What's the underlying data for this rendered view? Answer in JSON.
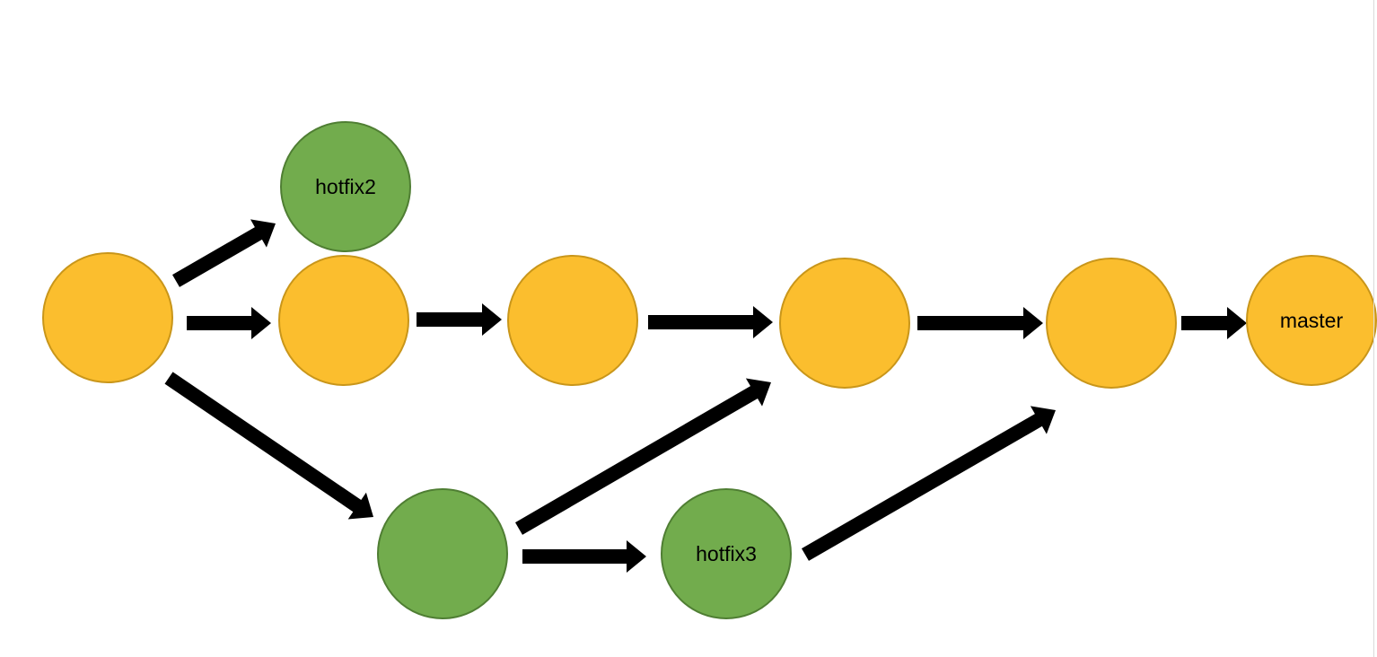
{
  "colors": {
    "background": "#ffffff",
    "main_fill": "#fbbe2e",
    "main_stroke": "#c9961a",
    "hotfix_fill": "#72ac4d",
    "hotfix_stroke": "#4f7e33",
    "arrow": "#000000",
    "label": "#000000"
  },
  "nodes": [
    {
      "id": "c0",
      "branch": "main",
      "label": ""
    },
    {
      "id": "hotfix2",
      "branch": "hotfix",
      "label": "hotfix2"
    },
    {
      "id": "c1",
      "branch": "main",
      "label": ""
    },
    {
      "id": "c2",
      "branch": "main",
      "label": ""
    },
    {
      "id": "c3",
      "branch": "main",
      "label": ""
    },
    {
      "id": "c4",
      "branch": "main",
      "label": ""
    },
    {
      "id": "master",
      "branch": "main",
      "label": "master"
    },
    {
      "id": "h1",
      "branch": "hotfix",
      "label": ""
    },
    {
      "id": "hotfix3",
      "branch": "hotfix",
      "label": "hotfix3"
    }
  ],
  "edges": [
    {
      "from": "c0",
      "to": "hotfix2"
    },
    {
      "from": "c0",
      "to": "c1"
    },
    {
      "from": "c0",
      "to": "h1"
    },
    {
      "from": "c1",
      "to": "c2"
    },
    {
      "from": "c2",
      "to": "c3"
    },
    {
      "from": "c3",
      "to": "c4"
    },
    {
      "from": "c4",
      "to": "master"
    },
    {
      "from": "h1",
      "to": "c3"
    },
    {
      "from": "h1",
      "to": "hotfix3"
    },
    {
      "from": "hotfix3",
      "to": "c4"
    }
  ]
}
